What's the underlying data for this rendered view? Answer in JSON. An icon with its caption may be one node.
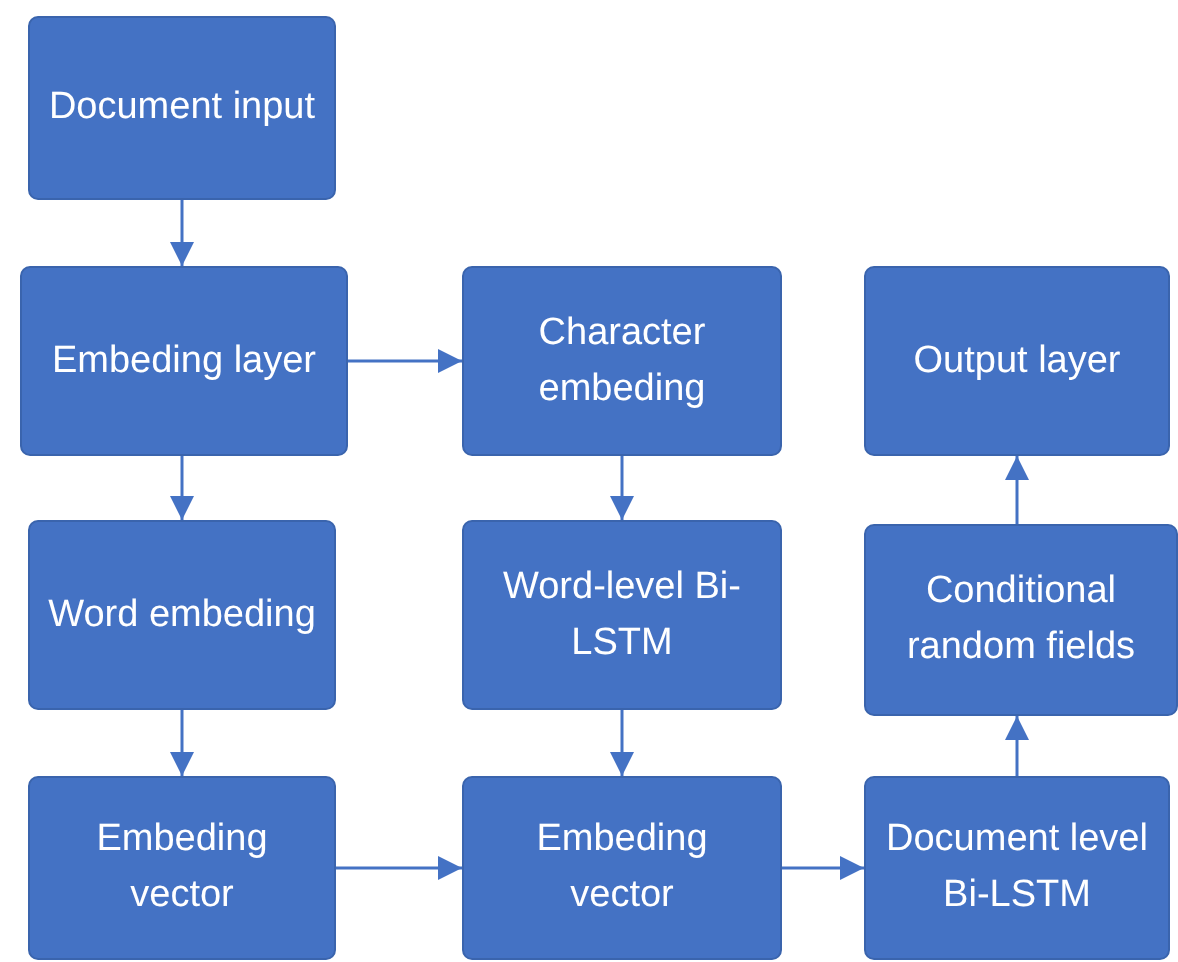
{
  "diagram": {
    "nodes": [
      {
        "text": [
          "Document input"
        ]
      },
      {
        "text": [
          "Embeding layer"
        ]
      },
      {
        "text": [
          "Character embeding"
        ]
      },
      {
        "text": [
          "Output layer"
        ]
      },
      {
        "text": [
          "Word embeding"
        ]
      },
      {
        "text": [
          "Word-level Bi-LSTM"
        ]
      },
      {
        "text": [
          "Conditional random fields"
        ]
      },
      {
        "text": [
          "Embeding vector"
        ]
      },
      {
        "text": [
          "Embeding vector"
        ]
      },
      {
        "text": [
          "Document level Bi-LSTM"
        ]
      }
    ],
    "edges": [
      {
        "from": 0,
        "to": 1,
        "arrow": "to"
      },
      {
        "from": 1,
        "to": 2,
        "arrow": "to"
      },
      {
        "from": 1,
        "to": 4,
        "arrow": "to"
      },
      {
        "from": 2,
        "to": 5,
        "arrow": "to"
      },
      {
        "from": 4,
        "to": 7,
        "arrow": "to"
      },
      {
        "from": 5,
        "to": 8,
        "arrow": "to"
      },
      {
        "from": 7,
        "to": 8,
        "arrow": "to"
      },
      {
        "from": 8,
        "to": 9,
        "arrow": "to"
      },
      {
        "from": 9,
        "to": 6,
        "arrow": "to"
      },
      {
        "from": 6,
        "to": 3,
        "arrow": "to"
      }
    ]
  }
}
